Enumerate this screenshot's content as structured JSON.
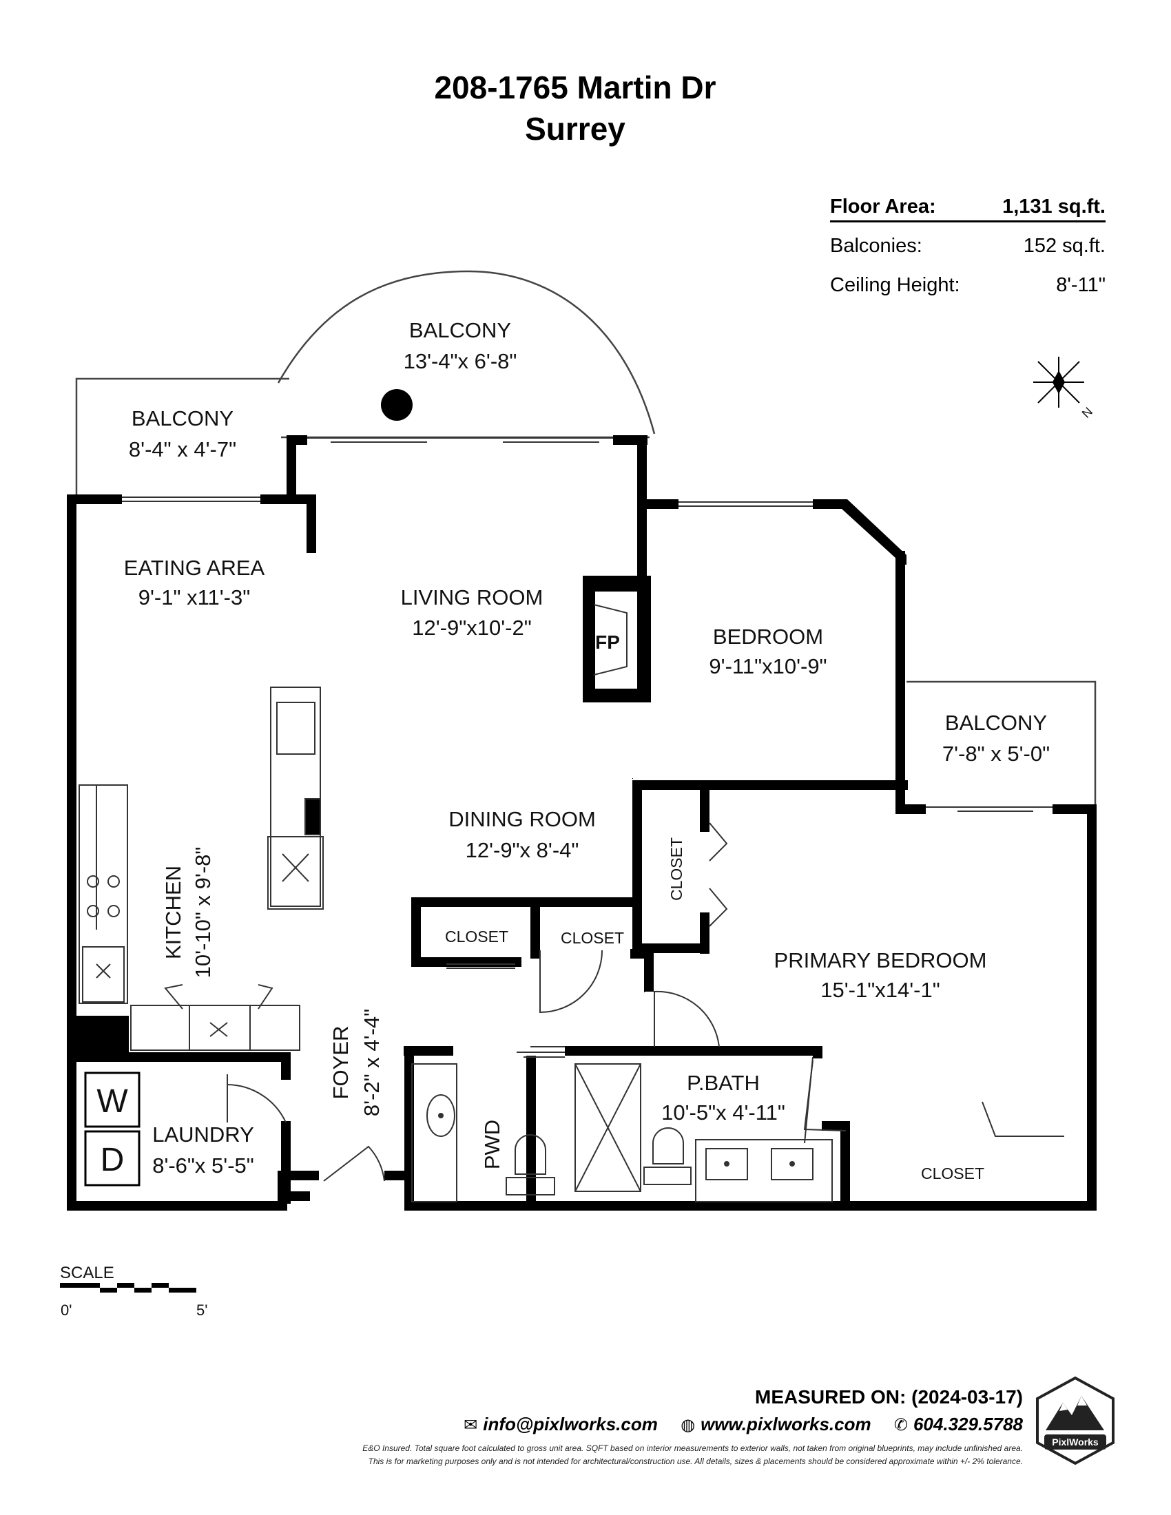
{
  "header": {
    "address_line1": "208-1765 Martin Dr",
    "address_line2": "Surrey"
  },
  "stats": {
    "floor_area_label": "Floor Area:",
    "floor_area_value": "1,131 sq.ft.",
    "balconies_label": "Balconies:",
    "balconies_value": "152 sq.ft.",
    "ceiling_label": "Ceiling Height:",
    "ceiling_value": "8'-11\""
  },
  "compass": {
    "label": "N"
  },
  "rooms": {
    "balcony_living": {
      "name": "BALCONY",
      "dims": "13'-4\"x 6'-8\""
    },
    "balcony_eating": {
      "name": "BALCONY",
      "dims": "8'-4\" x 4'-7\""
    },
    "eating_area": {
      "name": "EATING AREA",
      "dims": "9'-1\" x11'-3\""
    },
    "living_room": {
      "name": "LIVING ROOM",
      "dims": "12'-9\"x10'-2\""
    },
    "fireplace": {
      "name": "FP"
    },
    "bedroom": {
      "name": "BEDROOM",
      "dims": "9'-11\"x10'-9\""
    },
    "balcony_bedroom": {
      "name": "BALCONY",
      "dims": "7'-8\" x 5'-0\""
    },
    "dining_room": {
      "name": "DINING ROOM",
      "dims": "12'-9\"x 8'-4\""
    },
    "kitchen": {
      "name": "KITCHEN",
      "dims": "10'-10\" x 9'-8\""
    },
    "closet_1": {
      "name": "CLOSET"
    },
    "closet_2": {
      "name": "CLOSET"
    },
    "closet_vertical": {
      "name": "CLOSET"
    },
    "primary_bedroom": {
      "name": "PRIMARY BEDROOM",
      "dims": "15'-1\"x14'-1\""
    },
    "foyer": {
      "name": "FOYER",
      "dims": "8'-2\" x 4'-4\""
    },
    "pwd": {
      "name": "PWD"
    },
    "p_bath": {
      "name": "P.BATH",
      "dims": "10'-5\"x 4'-11\""
    },
    "closet_primary": {
      "name": "CLOSET"
    },
    "laundry": {
      "name": "LAUNDRY",
      "dims": "8'-6\"x 5'-5\""
    },
    "washer": {
      "name": "W"
    },
    "dryer": {
      "name": "D"
    }
  },
  "scale": {
    "label": "SCALE",
    "min": "0'",
    "max": "5'"
  },
  "footer": {
    "measured": "MEASURED ON: (2024-03-17)",
    "email": "info@pixlworks.com",
    "website": "www.pixlworks.com",
    "phone": "604.329.5788",
    "fine1": "E&O Insured.  Total square foot calculated to gross unit area. SQFT based on interior measurements to exterior walls, not taken from original blueprints, may include unfinished area.",
    "fine2": "This is for marketing purposes only and is not intended for architectural/construction use.  All details, sizes & placements should be considered approximate within +/- 2% tolerance.",
    "logo_text": "PixlWorks"
  }
}
